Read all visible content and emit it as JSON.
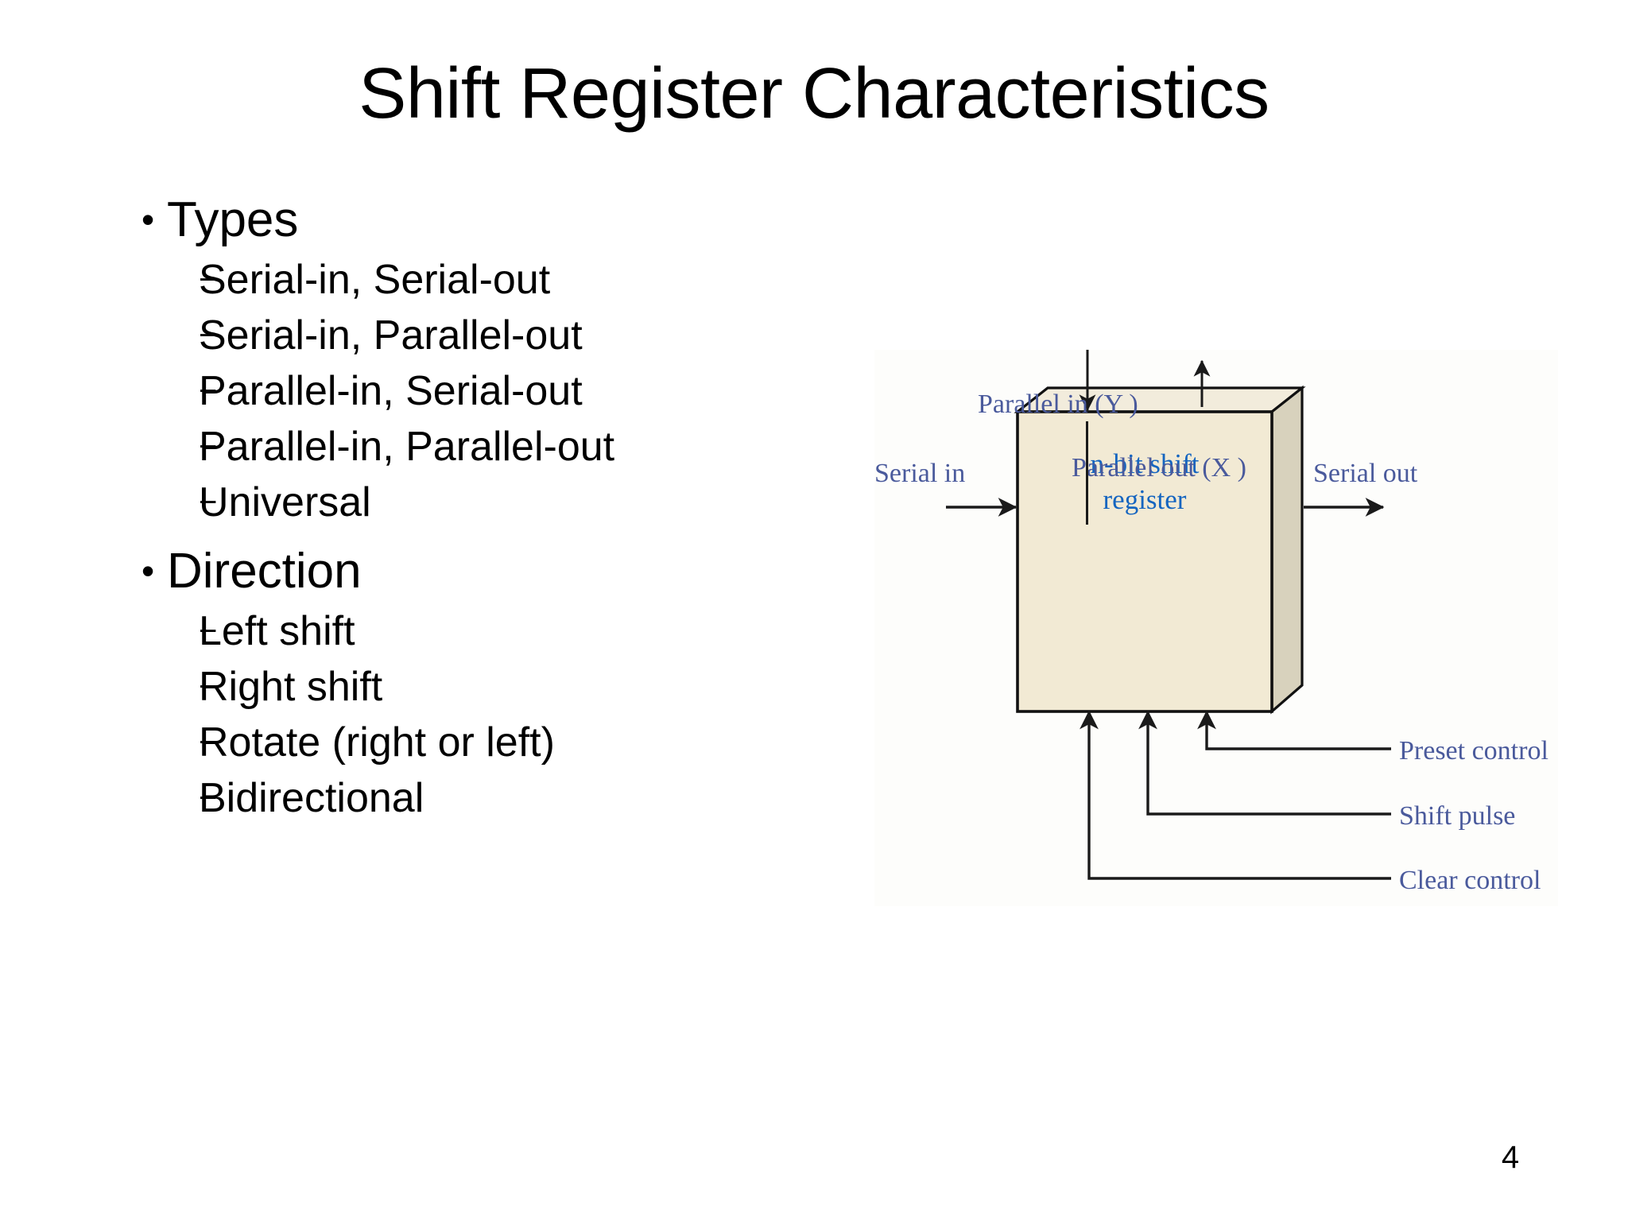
{
  "slide": {
    "title": "Shift Register Characteristics",
    "page_number": "4"
  },
  "outline": [
    {
      "label": "Types",
      "bullet_glyph": "•",
      "children": [
        {
          "dash_glyph": "−",
          "label": "Serial-in, Serial-out"
        },
        {
          "dash_glyph": "−",
          "label": "Serial-in, Parallel-out"
        },
        {
          "dash_glyph": "−",
          "label": "Parallel-in, Serial-out"
        },
        {
          "dash_glyph": "−",
          "label": "Parallel-in, Parallel-out"
        },
        {
          "dash_glyph": "−",
          "label": "Universal"
        }
      ]
    },
    {
      "label": "Direction",
      "bullet_glyph": "•",
      "children": [
        {
          "dash_glyph": "−",
          "label": "Left shift"
        },
        {
          "dash_glyph": "−",
          "label": "Right shift"
        },
        {
          "dash_glyph": "−",
          "label": "Rotate (right or left)"
        },
        {
          "dash_glyph": "−",
          "label": "Bidirectional"
        }
      ]
    }
  ],
  "figure": {
    "block_label_line1": "n-bit shift",
    "block_label_line2": "register",
    "labels": {
      "parallel_in": "Parallel in (Y )",
      "parallel_out": "Parallel out (X )",
      "serial_in": "Serial in",
      "serial_out": "Serial out",
      "preset_control": "Preset control",
      "shift_pulse": "Shift pulse",
      "clear_control": "Clear control"
    },
    "colors": {
      "label_blue": "#4a5a9c",
      "block_text_blue": "#1565c0",
      "block_face": "#f2ead4",
      "block_top": "#f0e9d8",
      "block_side": "#d8d2bd",
      "outline": "#111111",
      "panel_background": "#fdfdfb"
    }
  }
}
